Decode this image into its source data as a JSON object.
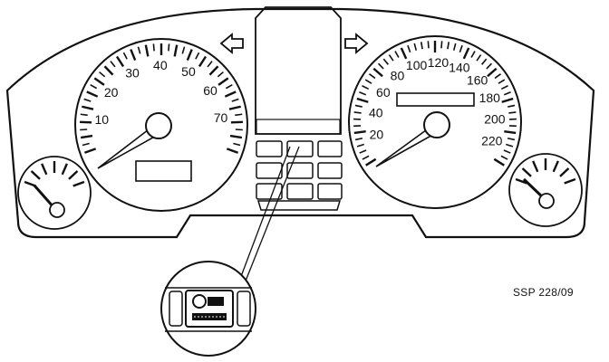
{
  "figure": {
    "caption": "SSP 228/09",
    "left_arrow_icon": "turn-signal-left-icon",
    "right_arrow_icon": "turn-signal-right-icon",
    "warning_icon": "warning-lamp-icon"
  },
  "tachometer": {
    "labels": [
      "10",
      "20",
      "30",
      "40",
      "50",
      "60",
      "70"
    ]
  },
  "speedometer": {
    "labels": [
      "20",
      "40",
      "60",
      "80",
      "100",
      "120",
      "140",
      "160",
      "180",
      "200",
      "220"
    ]
  },
  "colors": {
    "line": "#111111",
    "background": "#ffffff",
    "panel": "#ffffff"
  }
}
